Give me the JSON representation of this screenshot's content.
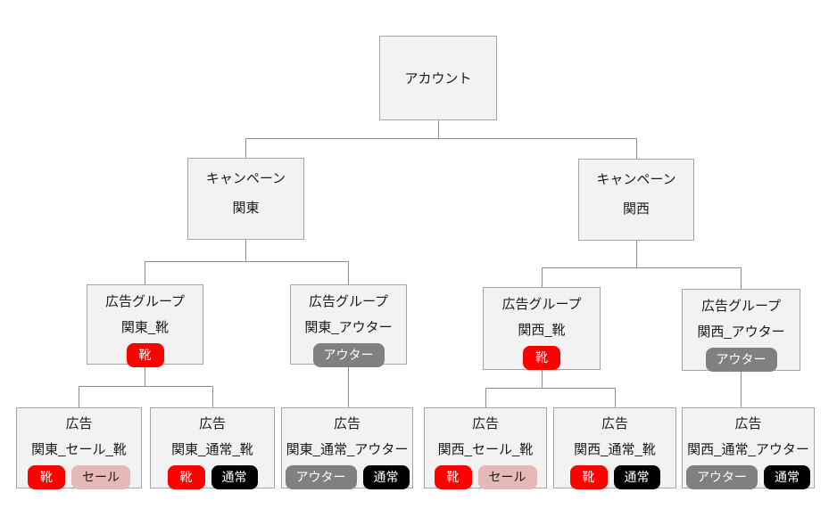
{
  "diagram_title": "ad-account-hierarchy",
  "colors": {
    "badge_red": "#ff0000",
    "badge_gray": "#808080",
    "badge_black": "#000000",
    "badge_pink": "#e6b9b8",
    "node_fill": "#f2f2f2",
    "node_border": "#a6a6a6",
    "connector": "#8c8c8c"
  },
  "nodes": {
    "account": {
      "line1": "アカウント"
    },
    "campaign_kanto": {
      "line1": "キャンペーン",
      "line2": "関東"
    },
    "campaign_kansai": {
      "line1": "キャンペーン",
      "line2": "関西"
    },
    "adgroup_kanto_shoes": {
      "line1": "広告グループ",
      "line2": "関東_靴",
      "badges": [
        {
          "label": "靴",
          "color": "red"
        }
      ]
    },
    "adgroup_kanto_outer": {
      "line1": "広告グループ",
      "line2": "関東_アウター",
      "badges": [
        {
          "label": "アウター",
          "color": "gray"
        }
      ]
    },
    "adgroup_kansai_shoes": {
      "line1": "広告グループ",
      "line2": "関西_靴",
      "badges": [
        {
          "label": "靴",
          "color": "red"
        }
      ]
    },
    "adgroup_kansai_outer": {
      "line1": "広告グループ",
      "line2": "関西_アウター",
      "badges": [
        {
          "label": "アウター",
          "color": "gray"
        }
      ]
    },
    "ad_kanto_sale_shoes": {
      "line1": "広告",
      "line2": "関東_セール_靴",
      "badges": [
        {
          "label": "靴",
          "color": "red"
        },
        {
          "label": "セール",
          "color": "pink"
        }
      ]
    },
    "ad_kanto_normal_shoes": {
      "line1": "広告",
      "line2": "関東_通常_靴",
      "badges": [
        {
          "label": "靴",
          "color": "red"
        },
        {
          "label": "通常",
          "color": "black"
        }
      ]
    },
    "ad_kanto_normal_outer": {
      "line1": "広告",
      "line2": "関東_通常_アウター",
      "badges": [
        {
          "label": "アウター",
          "color": "gray"
        },
        {
          "label": "通常",
          "color": "black"
        }
      ]
    },
    "ad_kansai_sale_shoes": {
      "line1": "広告",
      "line2": "関西_セール_靴",
      "badges": [
        {
          "label": "靴",
          "color": "red"
        },
        {
          "label": "セール",
          "color": "pink"
        }
      ]
    },
    "ad_kansai_normal_shoes": {
      "line1": "広告",
      "line2": "関西_通常_靴",
      "badges": [
        {
          "label": "靴",
          "color": "red"
        },
        {
          "label": "通常",
          "color": "black"
        }
      ]
    },
    "ad_kansai_normal_outer": {
      "line1": "広告",
      "line2": "関西_通常_アウター",
      "badges": [
        {
          "label": "アウター",
          "color": "gray"
        },
        {
          "label": "通常",
          "color": "black"
        }
      ]
    }
  }
}
